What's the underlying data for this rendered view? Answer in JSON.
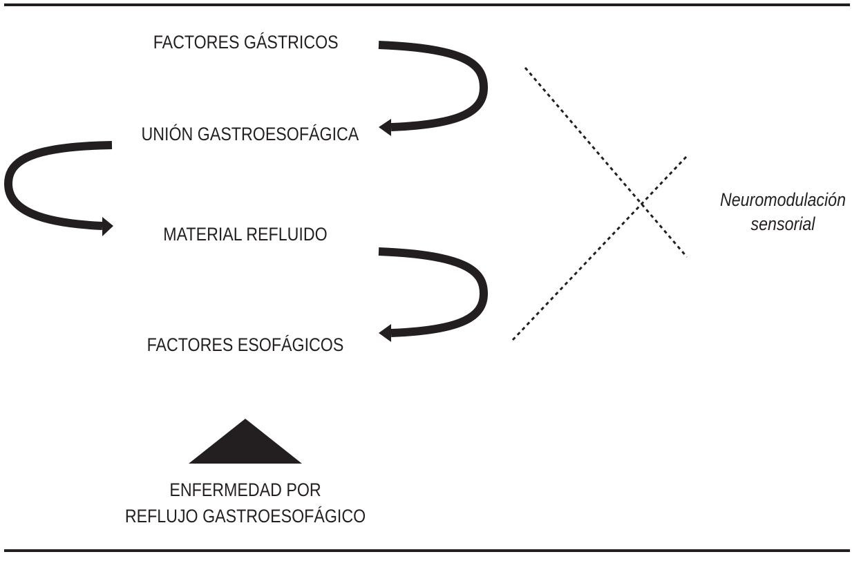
{
  "diagram": {
    "factors": [
      "FACTORES GÁSTRICOS",
      "UNIÓN GASTROESOFÁGICA",
      "MATERIAL REFLUIDO",
      "FACTORES ESOFÁGICOS"
    ],
    "disease": {
      "line1": "ENFERMEDAD POR",
      "line2": "REFLUJO GASTROESOFÁGICO"
    },
    "neuromodulation": {
      "line1": "Neuromodulación",
      "line2": "sensorial"
    },
    "colors": {
      "ink": "#231f20",
      "background": "#ffffff"
    }
  }
}
